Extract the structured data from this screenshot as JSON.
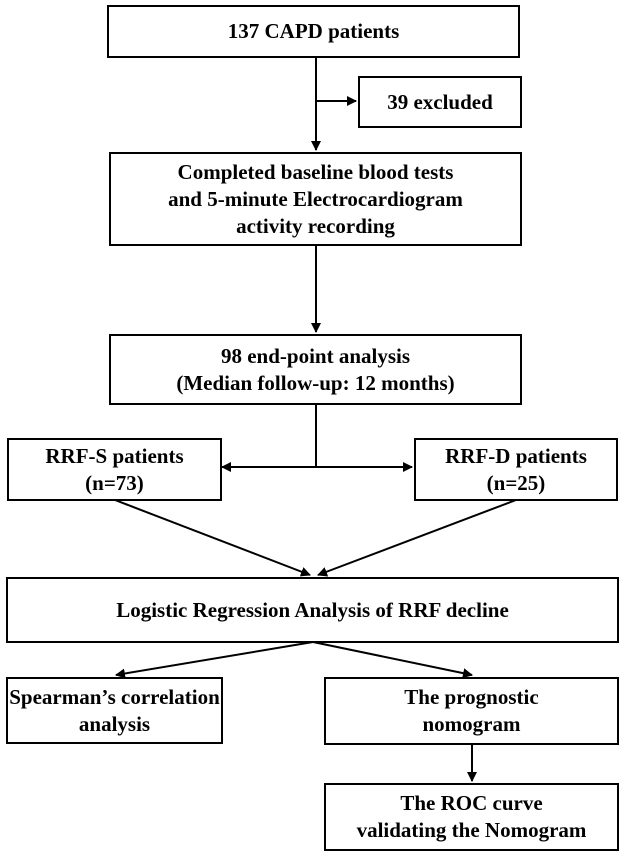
{
  "flowchart": {
    "enrolled": {
      "lines": [
        "137 CAPD patients"
      ]
    },
    "excluded": {
      "lines": [
        "39 excluded"
      ]
    },
    "baseline": {
      "lines": [
        "Completed baseline blood tests",
        "and 5-minute Electrocardiogram",
        "activity recording"
      ]
    },
    "endpoint": {
      "lines": [
        "98 end-point analysis",
        "(Median follow-up: 12 months)"
      ]
    },
    "rrf_s": {
      "lines": [
        "RRF-S patients",
        "(n=73)"
      ]
    },
    "rrf_d": {
      "lines": [
        "RRF-D patients",
        "(n=25)"
      ]
    },
    "logistic": {
      "lines": [
        "Logistic Regression Analysis of RRF decline"
      ]
    },
    "spearman": {
      "lines": [
        "Spearman’s correlation",
        "analysis"
      ]
    },
    "nomogram": {
      "lines": [
        "The prognostic",
        "nomogram"
      ]
    },
    "roc": {
      "lines": [
        "The ROC curve",
        "validating the Nomogram"
      ]
    }
  }
}
